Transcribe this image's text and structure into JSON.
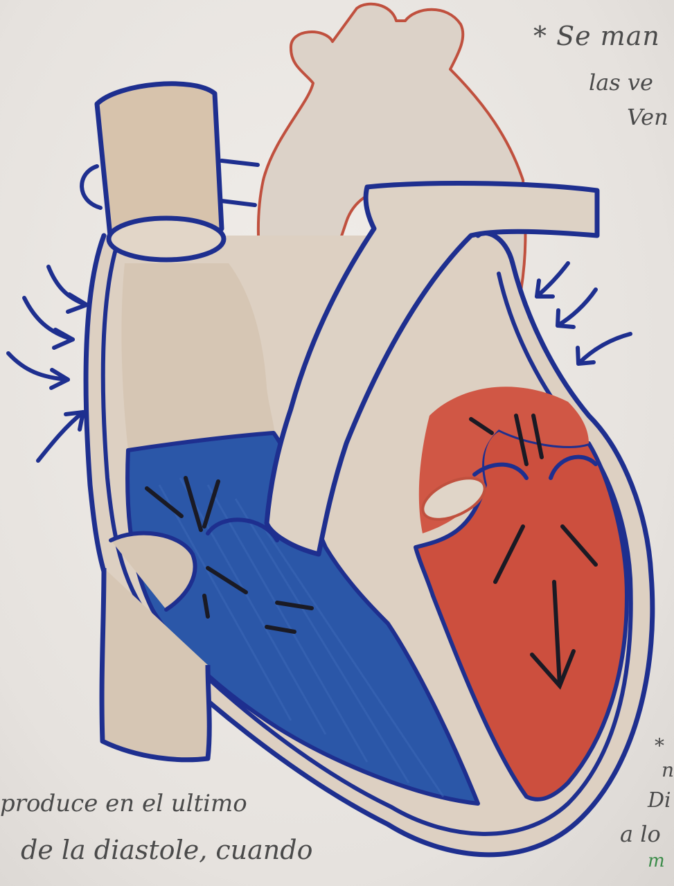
{
  "notes": {
    "top_right": [
      "* Se man",
      "las ve",
      "Ven"
    ],
    "bottom_left": [
      "produce en el ultimo",
      "de la diastole, cuando"
    ],
    "bottom_right": [
      "*",
      "n",
      "Di",
      "a lo",
      "m"
    ]
  },
  "colors": {
    "paper": "#ebe8e4",
    "outline_blue": "#1e2f8f",
    "artery_red": "#c0503e",
    "deoxygenated_blue": "#2b57a8",
    "oxygenated_red": "#cc4f3e",
    "tissue_beige": "#d9cbbd",
    "pen_black": "#1a1a24"
  }
}
